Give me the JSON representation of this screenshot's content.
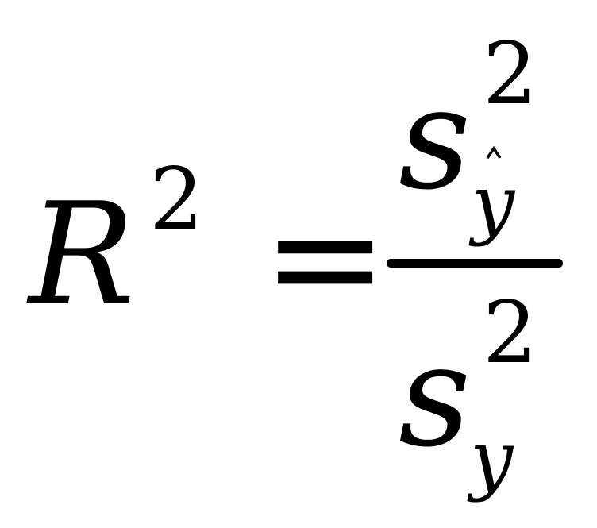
{
  "formula": {
    "lhs": {
      "base": "R",
      "exponent": "2"
    },
    "equals": "=",
    "numerator": {
      "base": "s",
      "exponent": "2",
      "subscript": "y"
    },
    "denominator": {
      "base": "s",
      "exponent": "2",
      "subscript": "y"
    },
    "colors": {
      "ink": "#000000",
      "background": "#ffffff"
    }
  }
}
